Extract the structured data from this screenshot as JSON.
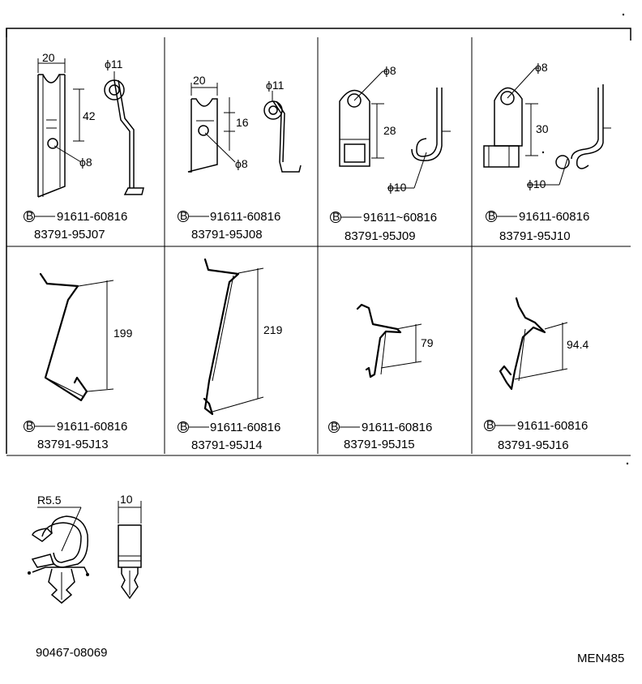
{
  "panels": [
    {
      "bolt_ref": "91611-60816",
      "part_no": "83791-95J07",
      "dims": [
        "20",
        "42",
        "ϕ11",
        "ϕ8"
      ]
    },
    {
      "bolt_ref": "91611-60816",
      "part_no": "83791-95J08",
      "dims": [
        "20",
        "16",
        "ϕ11",
        "ϕ8"
      ]
    },
    {
      "bolt_ref": "91611~60816",
      "part_no": "83791-95J09",
      "dims": [
        "ϕ8",
        "28",
        "ϕ10"
      ]
    },
    {
      "bolt_ref": "91611-60816",
      "part_no": "83791-95J10",
      "dims": [
        "ϕ8",
        "30",
        "ϕ10"
      ]
    },
    {
      "bolt_ref": "91611-60816",
      "part_no": "83791-95J13",
      "dims": [
        "199"
      ]
    },
    {
      "bolt_ref": "91611-60816",
      "part_no": "83791-95J14",
      "dims": [
        "219"
      ]
    },
    {
      "bolt_ref": "91611-60816",
      "part_no": "83791-95J15",
      "dims": [
        "79"
      ]
    },
    {
      "bolt_ref": "91611-60816",
      "part_no": "83791-95J16",
      "dims": [
        "94.4"
      ]
    }
  ],
  "bolt_marker": "B",
  "clamp": {
    "radius_label": "R5.5",
    "width_label": "10",
    "part_no": "90467-08069"
  },
  "diagram_id": "MEN485"
}
